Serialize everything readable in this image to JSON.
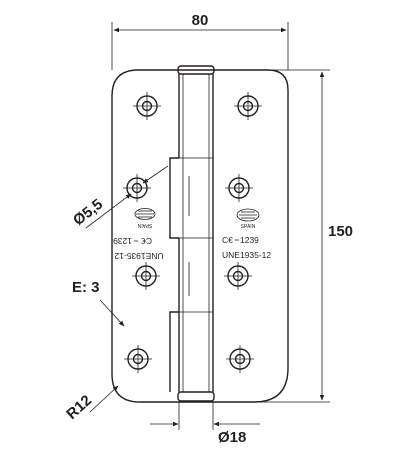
{
  "dimensions": {
    "width": "80",
    "height": "150",
    "hole_diameter": "Ø5,5",
    "thickness": "E: 3",
    "corner_radius": "R12",
    "knuckle_diameter": "Ø18"
  },
  "markings": {
    "right_leaf": {
      "ce_mark": "C€",
      "ce_number": "1239",
      "standard": "UNE1935-12",
      "origin": "SPAIN"
    },
    "left_leaf": {
      "standard": "UNE1935-12",
      "ce_mark": "C€",
      "ce_number": "1239",
      "origin": "SPAIN"
    }
  }
}
